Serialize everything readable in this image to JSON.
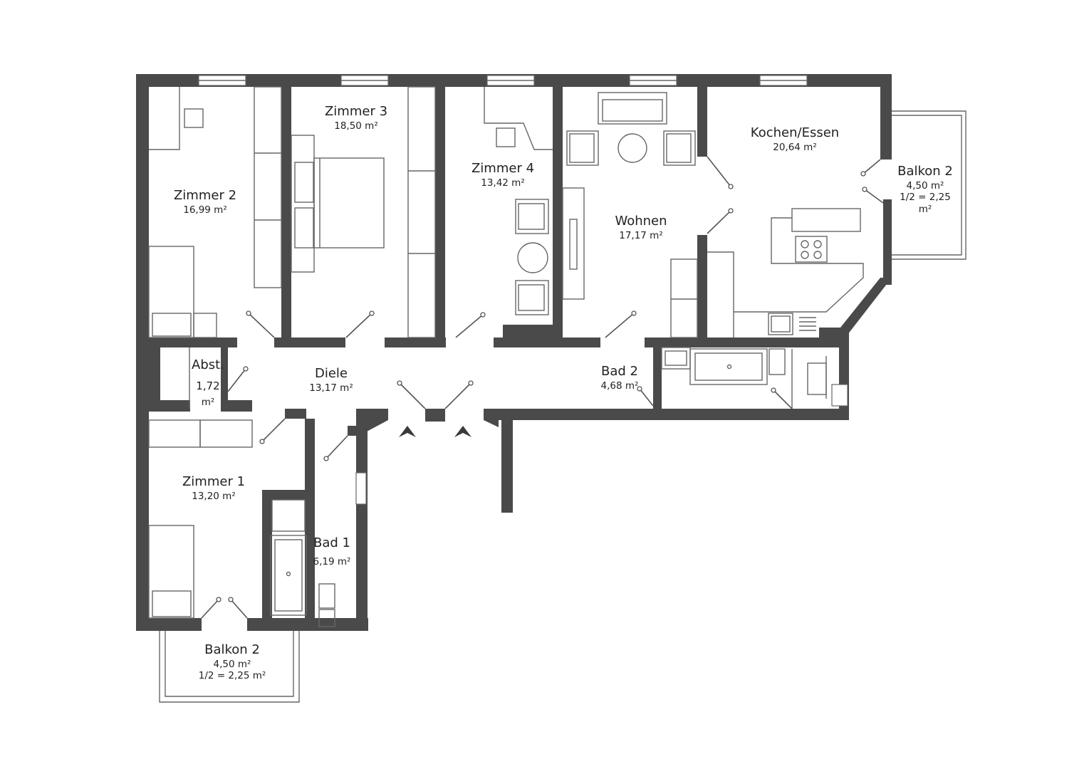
{
  "rooms": {
    "zimmer2": {
      "name": "Zimmer 2",
      "area": "16,99 m²"
    },
    "zimmer3": {
      "name": "Zimmer 3",
      "area": "18,50  m²"
    },
    "zimmer4": {
      "name": "Zimmer 4",
      "area": "13,42 m²"
    },
    "wohnen": {
      "name": "Wohnen",
      "area": "17,17 m²"
    },
    "kochen": {
      "name": "Kochen/Essen",
      "area": "20,64 m²"
    },
    "balkon_right": {
      "name": "Balkon 2",
      "area": "4,50 m²",
      "half": "1/2 = 2,25",
      "unit": "m²"
    },
    "abst": {
      "name": "Abst.",
      "area": "1,72",
      "unit": "m²"
    },
    "diele": {
      "name": "Diele",
      "area": "13,17 m²"
    },
    "bad2": {
      "name": "Bad 2",
      "area": "4,68 m²"
    },
    "zimmer1": {
      "name": "Zimmer 1",
      "area": "13,20 m²"
    },
    "bad1": {
      "name": "Bad 1",
      "area": "6,19 m²"
    },
    "balkon_bottom": {
      "name": "Balkon 2",
      "area": "4,50 m²",
      "half": "1/2 = 2,25 m²"
    }
  },
  "colors": {
    "wall": "#4a4a4a",
    "line": "#666666",
    "background": "#ffffff"
  }
}
